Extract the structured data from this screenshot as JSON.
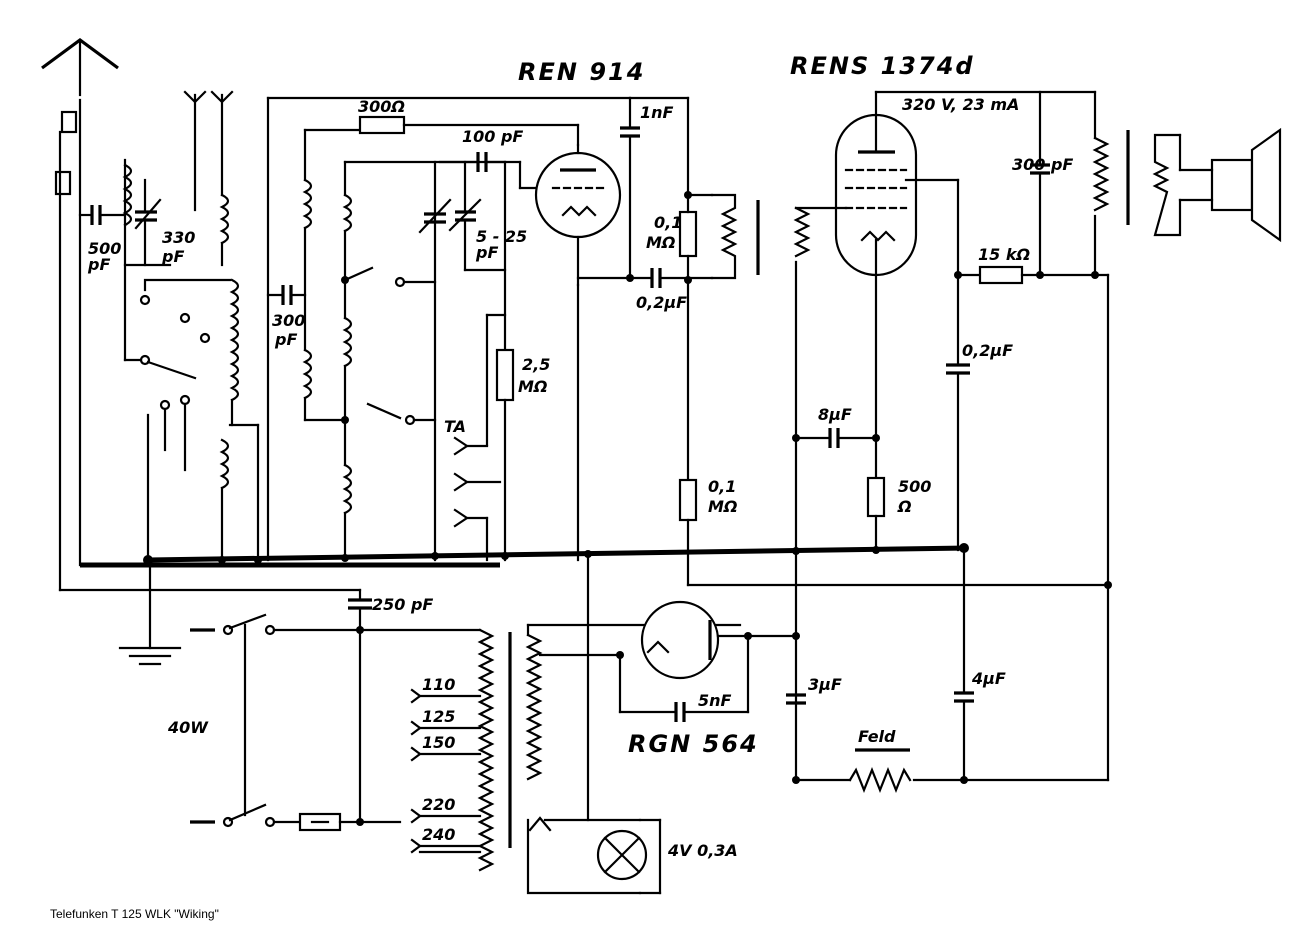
{
  "caption": "Telefunken T 125 WLK \"Wiking\"",
  "tubes": {
    "v1": "REN 914",
    "v2": "RENS 1374d",
    "rect": "RGN 564"
  },
  "values": {
    "c_500pf": "500",
    "c_500pf_unit": "pF",
    "c_330": "330",
    "c_330_unit": "pF",
    "r_300k": "300Ω",
    "c_100pf": "100 pF",
    "c_1nf": "1nF",
    "c_5_25": "5 - 25",
    "c_5_25_unit": "pF",
    "c_300pf_left": "300",
    "c_300pf_left_unit": "pF",
    "r_01m_top": "0,1",
    "r_01m_top_unit": "MΩ",
    "c_02uf_coupling": "0,2μF",
    "r_25m": "2,5",
    "r_25m_unit": "MΩ",
    "ta": "TA",
    "r_01m_low": "0,1",
    "r_01m_low_unit": "MΩ",
    "supply": "320 V, 23 mA",
    "c_300pf_right": "300 pF",
    "r_15k": "15 kΩ",
    "c_02uf_right": "0,2μF",
    "c_8uf": "8μF",
    "r_500": "500",
    "r_500_unit": "Ω",
    "c_250pf": "250 pF",
    "power": "40W",
    "tap_110": "110",
    "tap_125": "125",
    "tap_150": "150",
    "tap_220": "220",
    "tap_240": "240",
    "c_5nf": "5nF",
    "c_3uf": "3μF",
    "c_4uf": "4μF",
    "field": "Feld",
    "lamp": "4V   0,3A"
  }
}
